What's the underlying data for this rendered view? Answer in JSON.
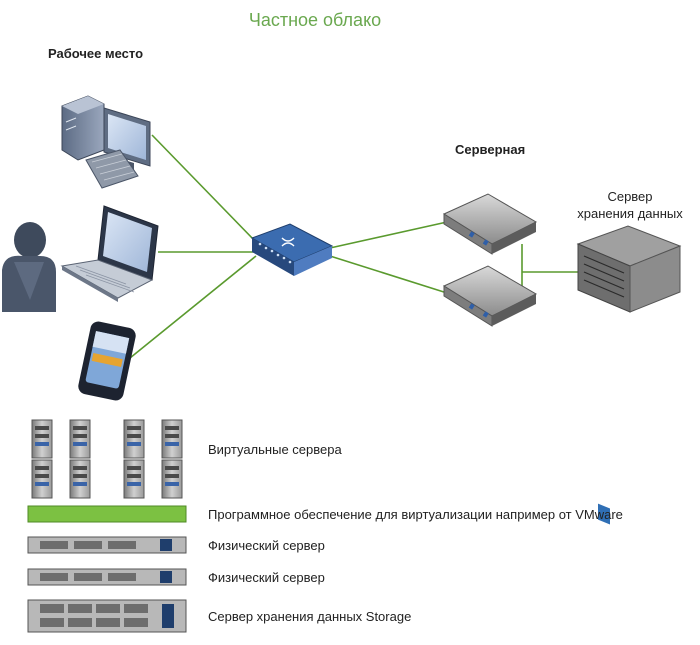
{
  "title": "Частное облако",
  "workplace_label": "Рабочее место",
  "server_room_label": "Серверная",
  "storage_label_line1": "Сервер",
  "storage_label_line2": "хранения данных",
  "legend": {
    "virtual_servers": "Виртуальные сервера",
    "virtualization_software": "Программное обеспечение для виртуализации например от VMware",
    "physical_server_1": "Физический сервер",
    "physical_server_2": "Физический сервер",
    "storage_server": "Сервер хранения данных Storage"
  },
  "colors": {
    "link": "#5a9a2e",
    "software_bar": "#7cc142",
    "title": "#6aa84f"
  }
}
